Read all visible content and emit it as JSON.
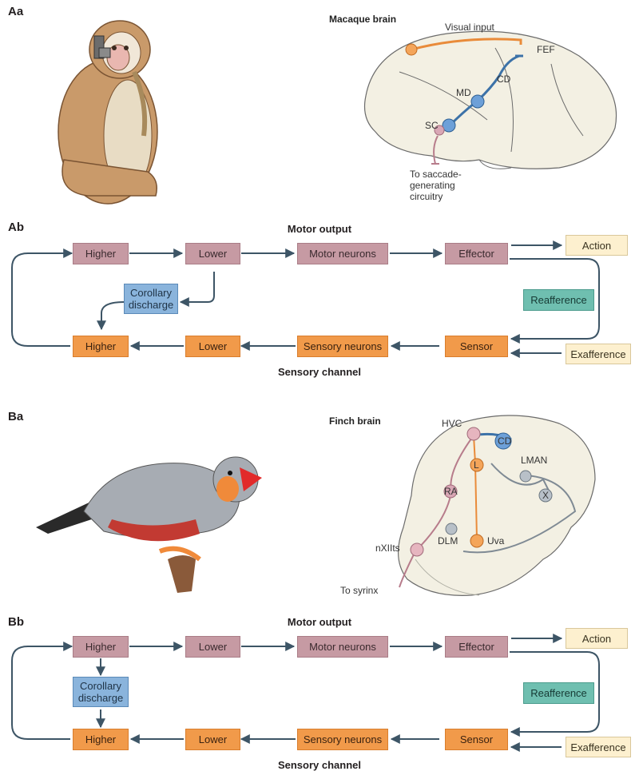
{
  "panels": {
    "aa": "Aa",
    "ab": "Ab",
    "ba": "Ba",
    "bb": "Bb"
  },
  "macaque": {
    "title": "Macaque brain",
    "labels": {
      "visual_input": "Visual input",
      "fef": "FEF",
      "cd": "CD",
      "md": "MD",
      "sc": "SC",
      "saccade_1": "To saccade-",
      "saccade_2": "generating",
      "saccade_3": "circuitry"
    }
  },
  "finch": {
    "title": "Finch brain",
    "labels": {
      "hvc": "HVC",
      "cd": "CD",
      "lman": "LMAN",
      "l": "L",
      "ra": "RA",
      "x": "X",
      "nxiits": "nXIIts",
      "dlm": "DLM",
      "uva": "Uva",
      "syrinx": "To syrinx"
    }
  },
  "diagram_a": {
    "motor_heading": "Motor output",
    "sensory_heading": "Sensory channel",
    "motor": {
      "higher": "Higher",
      "lower": "Lower",
      "neurons": "Motor neurons",
      "effector": "Effector"
    },
    "sensory": {
      "higher": "Higher",
      "lower": "Lower",
      "neurons": "Sensory neurons",
      "sensor": "Sensor"
    },
    "corollary": "Corollary discharge",
    "action": "Action",
    "reafference": "Reafference",
    "exafference": "Exafference"
  },
  "diagram_b": {
    "motor_heading": "Motor output",
    "sensory_heading": "Sensory channel",
    "motor": {
      "higher": "Higher",
      "lower": "Lower",
      "neurons": "Motor neurons",
      "effector": "Effector"
    },
    "sensory": {
      "higher": "Higher",
      "lower": "Lower",
      "neurons": "Sensory neurons",
      "sensor": "Sensor"
    },
    "corollary": "Corollary discharge",
    "action": "Action",
    "reafference": "Reafference",
    "exafference": "Exafference"
  },
  "colors": {
    "motor": "#c69aa3",
    "sensory": "#f19a4a",
    "corollary": "#8ab4dc",
    "action": "#fdf0cf",
    "reafference": "#6fbfb0",
    "arrow": "#3d5566"
  }
}
